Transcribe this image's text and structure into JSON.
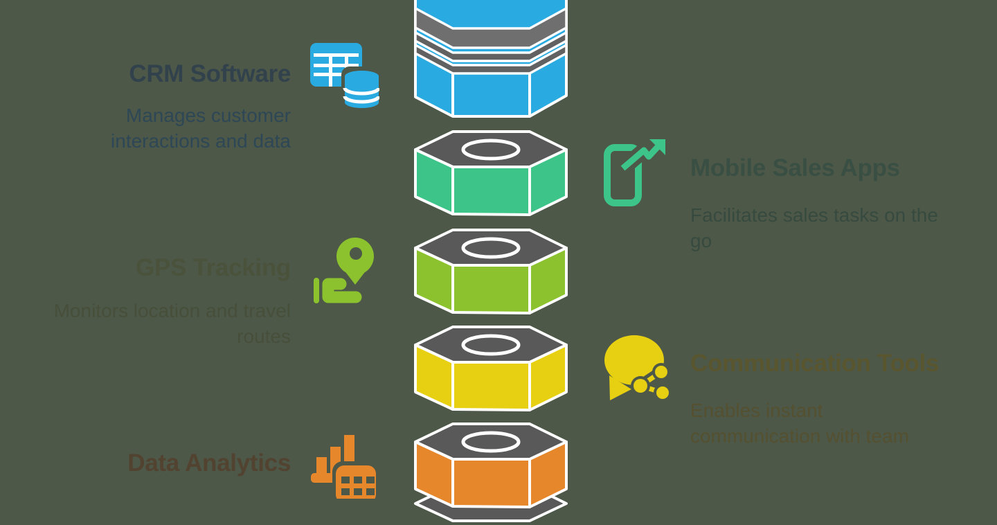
{
  "canvas": {
    "bg": "#4d5848",
    "outline": "#ffffff"
  },
  "sections": [
    {
      "id": "crm",
      "side": "left",
      "title": "CRM Software",
      "description": "Manages customer interactions and data",
      "title_color": "#32424d",
      "desc_color": "#2d4756",
      "accent": "#29abe2",
      "icon": "table-database-icon"
    },
    {
      "id": "mobile-sales",
      "side": "right",
      "title": "Mobile Sales Apps",
      "description": "Facilitates sales tasks on the go",
      "title_color": "#3a4f43",
      "desc_color": "#374a3f",
      "accent": "#3dc489",
      "icon": "phone-trend-arrow-icon"
    },
    {
      "id": "gps",
      "side": "left",
      "title": "GPS Tracking",
      "description": "Monitors location and travel routes",
      "title_color": "#4b523b",
      "desc_color": "#474e39",
      "accent": "#8cc22e",
      "icon": "map-pin-route-icon"
    },
    {
      "id": "communication",
      "side": "right",
      "title": "Communication Tools",
      "description": "Enables instant communication with team",
      "title_color": "#59552f",
      "desc_color": "#545030",
      "accent": "#e6d011",
      "icon": "chat-bubble-share-icon"
    },
    {
      "id": "analytics",
      "side": "left",
      "title": "Data Analytics",
      "description": "",
      "title_color": "#524230",
      "desc_color": "#524230",
      "accent": "#e6872c",
      "icon": "bar-chart-grid-icon"
    }
  ],
  "stack": {
    "top_face_color": "#595959",
    "stub_color": "#595959",
    "bolt": {
      "color": "#29abe2",
      "bands": [
        "#6f6f6f",
        "#616161",
        "#616161"
      ]
    },
    "nuts": [
      {
        "color": "#3dc489"
      },
      {
        "color": "#8cc22e"
      },
      {
        "color": "#e6d011"
      },
      {
        "color": "#e6872c"
      }
    ]
  }
}
